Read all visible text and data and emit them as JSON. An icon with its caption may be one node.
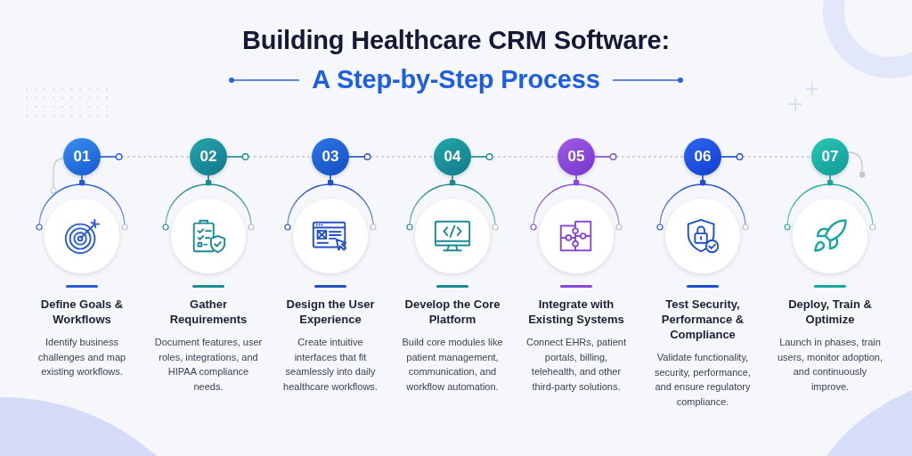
{
  "diagram": {
    "title": "Building Healthcare CRM Software:",
    "nodes": [
      {
        "text": [
          "01"
        ]
      },
      {
        "text": [],
        "shape": "circle",
        "beside": [
          "Define Goals & Workflows",
          "Identify business challenges and map existing workflows."
        ]
      },
      {
        "text": [
          "02"
        ]
      },
      {
        "text": [],
        "shape": "circle",
        "beside": [
          "Gather Requirements",
          "Document features, user roles, integrations, and HIPAA compliance needs."
        ]
      },
      {
        "text": [
          "03"
        ]
      },
      {
        "text": [],
        "shape": "circle",
        "beside": [
          "Design the User Experience",
          "Create intuitive interfaces that fit seamlessly into daily healthcare workflows."
        ]
      },
      {
        "text": [
          "04"
        ]
      },
      {
        "text": [],
        "shape": "circle",
        "beside": [
          "Develop the Core Platform",
          "Build core modules like patient management, communication, and workflow automation."
        ]
      },
      {
        "text": [
          "05"
        ]
      },
      {
        "text": [],
        "shape": "circle",
        "beside": [
          "Integrate with Existing Systems",
          "Connect EHRs, patient portals, billing, telehealth, and other third-party solutions."
        ]
      },
      {
        "text": [
          "06"
        ]
      },
      {
        "text": [],
        "shape": "circle",
        "beside": [
          "Test Security, Performance & Compliance",
          "Validate functionality, security, performance, and ensure regulatory compliance."
        ]
      },
      {
        "text": [
          "07"
        ]
      },
      {
        "text": [],
        "shape": "circle",
        "beside": [
          "Deploy, Train & Optimize",
          "Launch in phases, train users, monitor adoption, and continuously improve."
        ]
      }
    ],
    "edges": [
      {
        "from": 0,
        "to": 2,
        "arrow": "none",
        "style": "dashed",
        "color": "#c3c8d4"
      },
      {
        "from": 2,
        "to": 4,
        "arrow": "none",
        "style": "dashed",
        "color": "#c3c8d4"
      },
      {
        "from": 4,
        "to": 6,
        "arrow": "none",
        "style": "dashed",
        "color": "#c3c8d4"
      },
      {
        "from": 6,
        "to": 8,
        "arrow": "none",
        "style": "dashed",
        "color": "#c3c8d4"
      },
      {
        "from": 8,
        "to": 10,
        "arrow": "none",
        "style": "dashed",
        "color": "#c3c8d4"
      },
      {
        "from": 10,
        "to": 12,
        "arrow": "none",
        "style": "dashed",
        "color": "#c3c8d4"
      },
      {
        "from": 0,
        "to": 1,
        "arrow": "other",
        "color": "#2a5bd7"
      },
      {
        "from": 2,
        "to": 3,
        "arrow": "other",
        "color": "#1c8b96"
      },
      {
        "from": 4,
        "to": 5,
        "arrow": "other",
        "color": "#2352c4"
      },
      {
        "from": 6,
        "to": 7,
        "arrow": "other",
        "color": "#1a8a95"
      },
      {
        "from": 8,
        "to": 9,
        "arrow": "other",
        "color": "#8a4ad6"
      },
      {
        "from": 10,
        "to": 11,
        "arrow": "other",
        "color": "#1f4fd0"
      },
      {
        "from": 12,
        "to": 13,
        "arrow": "other",
        "color": "#19a7a0"
      },
      {
        "from": 0,
        "to": 1,
        "arrow": "other",
        "color": "#c3c8d4"
      },
      {
        "from": 12,
        "to": null,
        "arrow": "other",
        "color": "#c3c8d4"
      }
    ],
    "labels": [
      "A Step-by-Step Process"
    ]
  }
}
